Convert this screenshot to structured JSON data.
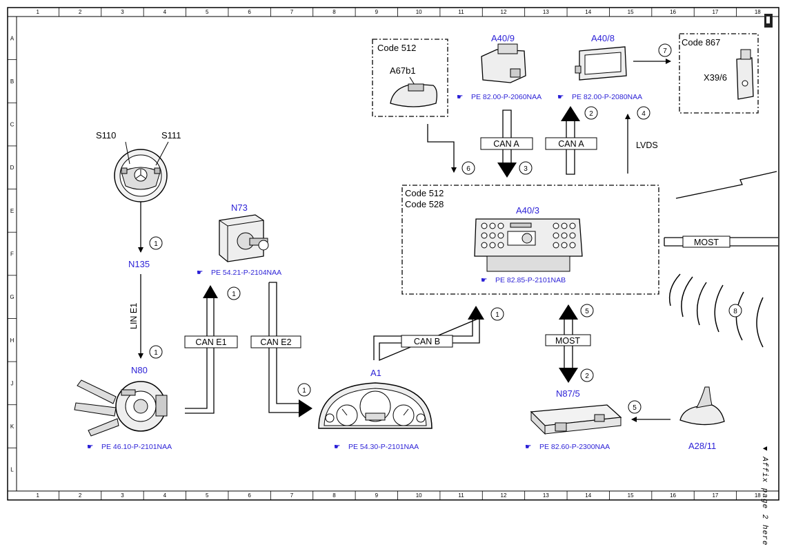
{
  "frame": {
    "columns": [
      "1",
      "2",
      "3",
      "4",
      "5",
      "6",
      "7",
      "8",
      "9",
      "10",
      "11",
      "12",
      "13",
      "14",
      "15",
      "16",
      "17",
      "18"
    ],
    "rows": [
      "A",
      "B",
      "C",
      "D",
      "E",
      "F",
      "G",
      "H",
      "J",
      "K",
      "L"
    ]
  },
  "components": {
    "s110": "S110",
    "s111": "S111",
    "n135": "N135",
    "n80": "N80",
    "n73": "N73",
    "a1": "A1",
    "a67b1": "A67b1",
    "a40_9": "A40/9",
    "a40_8": "A40/8",
    "a40_3": "A40/3",
    "x39_6": "X39/6",
    "n87_5": "N87/5",
    "a28_11": "A28/11"
  },
  "codes": {
    "box1": "Code 512",
    "box2_line1": "Code 512",
    "box2_line2": "Code 528",
    "box3": "Code 867"
  },
  "buses": {
    "lin_e1": "LIN E1",
    "can_e1": "CAN E1",
    "can_e2": "CAN E2",
    "can_b": "CAN B",
    "can_a_1": "CAN A",
    "can_a_2": "CAN A",
    "lvds": "LVDS",
    "most_1": "MOST",
    "most_2": "MOST"
  },
  "references": {
    "n80": "PE 46.10-P-2101NAA",
    "n73": "PE 54.21-P-2104NAA",
    "a1": "PE 54.30-P-2101NAA",
    "a40_9": "PE 82.00-P-2060NAA",
    "a40_8": "PE 82.00-P-2080NAA",
    "a40_3": "PE 82.85-P-2101NAB",
    "n87_5": "PE 82.60-P-2300NAA"
  },
  "callouts": {
    "c1a": "1",
    "c1b": "1",
    "c1c": "1",
    "c1d": "1",
    "c1e": "1",
    "c2a": "2",
    "c2b": "2",
    "c3": "3",
    "c4": "4",
    "c5a": "5",
    "c5b": "5",
    "c6": "6",
    "c7": "7",
    "c8": "8"
  },
  "affix_note": "▼ Affix page 2 here ▼",
  "colors": {
    "component_label": "#2a1fd6",
    "line": "#000000"
  }
}
